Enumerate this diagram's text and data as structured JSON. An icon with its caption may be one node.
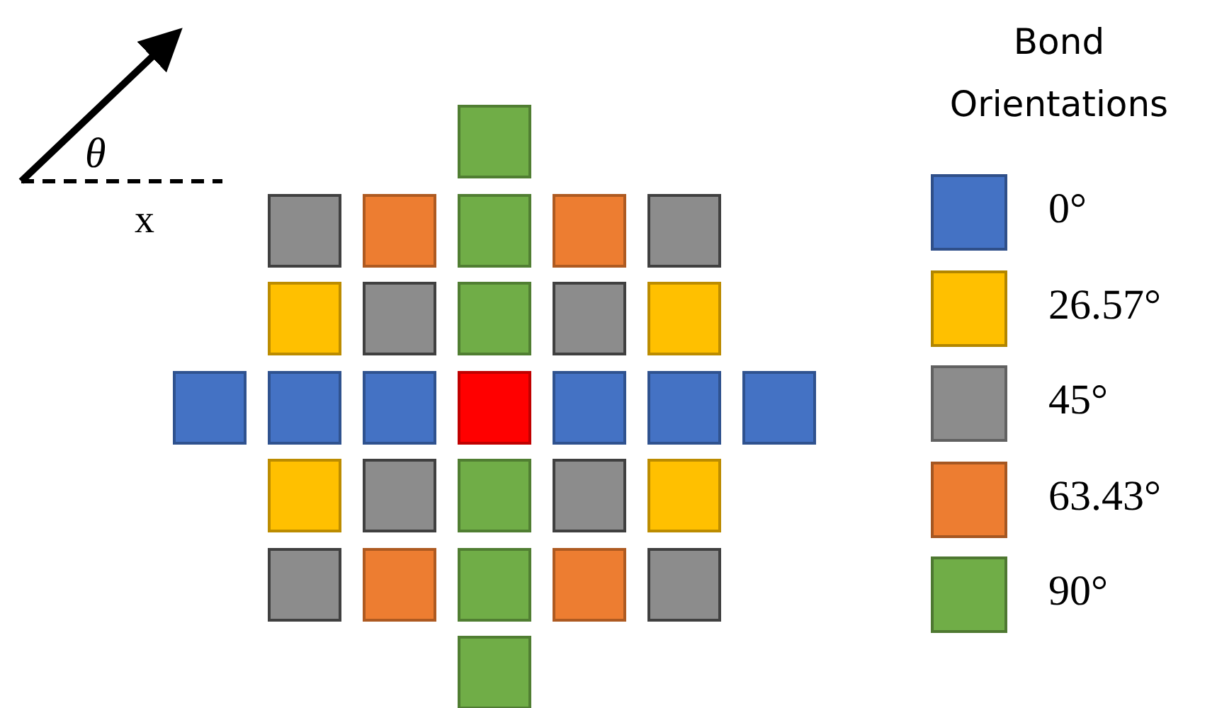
{
  "diagram": {
    "nodes": [
      {
        "text": [],
        "shape": "box"
      },
      {
        "text": [],
        "shape": "box"
      },
      {
        "text": [],
        "shape": "box"
      },
      {
        "text": [],
        "shape": "box"
      },
      {
        "text": [],
        "shape": "box"
      },
      {
        "text": [],
        "shape": "box"
      },
      {
        "text": [],
        "shape": "box"
      },
      {
        "text": [],
        "shape": "box"
      },
      {
        "text": [],
        "shape": "box"
      },
      {
        "text": [],
        "shape": "box"
      },
      {
        "text": [],
        "shape": "box"
      },
      {
        "text": [],
        "shape": "box"
      },
      {
        "text": [],
        "shape": "box"
      },
      {
        "text": [],
        "shape": "box"
      },
      {
        "text": [],
        "shape": "box"
      },
      {
        "text": [],
        "shape": "box"
      },
      {
        "text": [],
        "shape": "box"
      },
      {
        "text": [],
        "shape": "box"
      },
      {
        "text": [],
        "shape": "box"
      },
      {
        "text": [],
        "shape": "box"
      },
      {
        "text": [],
        "shape": "box"
      },
      {
        "text": [],
        "shape": "box"
      },
      {
        "text": [],
        "shape": "box"
      },
      {
        "text": [],
        "shape": "box"
      },
      {
        "text": [],
        "shape": "box"
      },
      {
        "text": [],
        "shape": "box"
      },
      {
        "text": [],
        "shape": "box"
      },
      {
        "text": [],
        "shape": "box"
      },
      {
        "text": [],
        "shape": "box"
      }
    ],
    "labels": [
      "θ",
      "x",
      "Bond Orientations"
    ],
    "legend": [
      {
        "text": "0°",
        "color": "#4472c4"
      },
      {
        "text": "26.57°",
        "color": "#ffc000"
      },
      {
        "text": "45°",
        "color": "#8c8c8c"
      },
      {
        "text": "63.43°",
        "color": "#ed7d31"
      },
      {
        "text": "90°",
        "color": "#70ad47"
      }
    ]
  }
}
